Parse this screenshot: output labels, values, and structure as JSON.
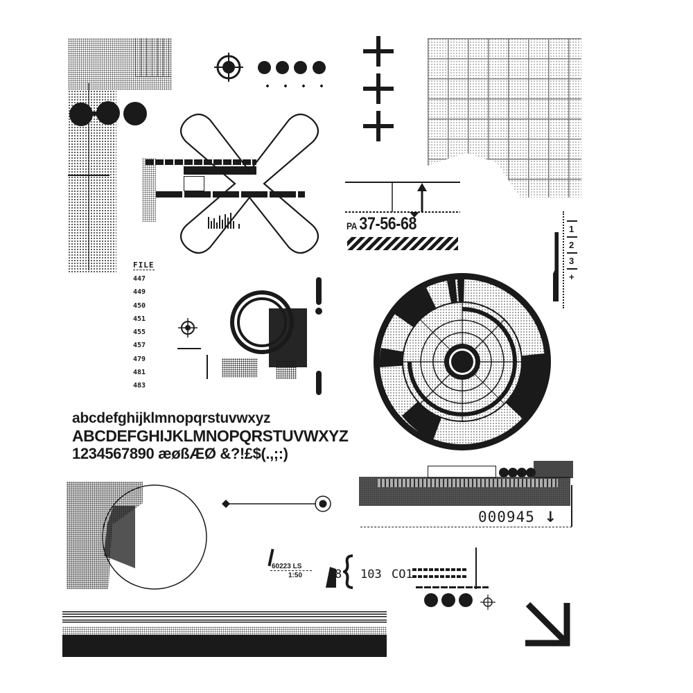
{
  "sheet": {
    "type": "stamp-sheet",
    "theme": "industrial ephemera / technical graphics",
    "ink_color": "#1a1a1a",
    "background_color": "#ffffff"
  },
  "file_list": {
    "header": "FILE",
    "entries": [
      "447",
      "449",
      "450",
      "451",
      "455",
      "457",
      "479",
      "481",
      "483"
    ]
  },
  "alphabet": {
    "lowercase": "abcdefghijklmnopqrstuvwxyz",
    "uppercase": "ABCDEFGHIJKLMNOPQRSTUVWXYZ",
    "numerals_symbols": "1234567890 æøßÆØ &?!£$(.,;:)"
  },
  "measure_label": {
    "prefix": "PA",
    "code": "37-56-68"
  },
  "ruler": {
    "marks": [
      "1",
      "2",
      "3",
      "+"
    ]
  },
  "counter": {
    "value": "000945",
    "arrow": "↓"
  },
  "fragment_labels": {
    "code": "60223 LS",
    "scale": "1:50",
    "number_partial": "8",
    "number_tail": "103",
    "text_partial": "CO1"
  },
  "icons": {
    "plus_count": 3,
    "top_dots_count": 4,
    "bottom_dots_count": 3,
    "left_dots_count": 3
  }
}
